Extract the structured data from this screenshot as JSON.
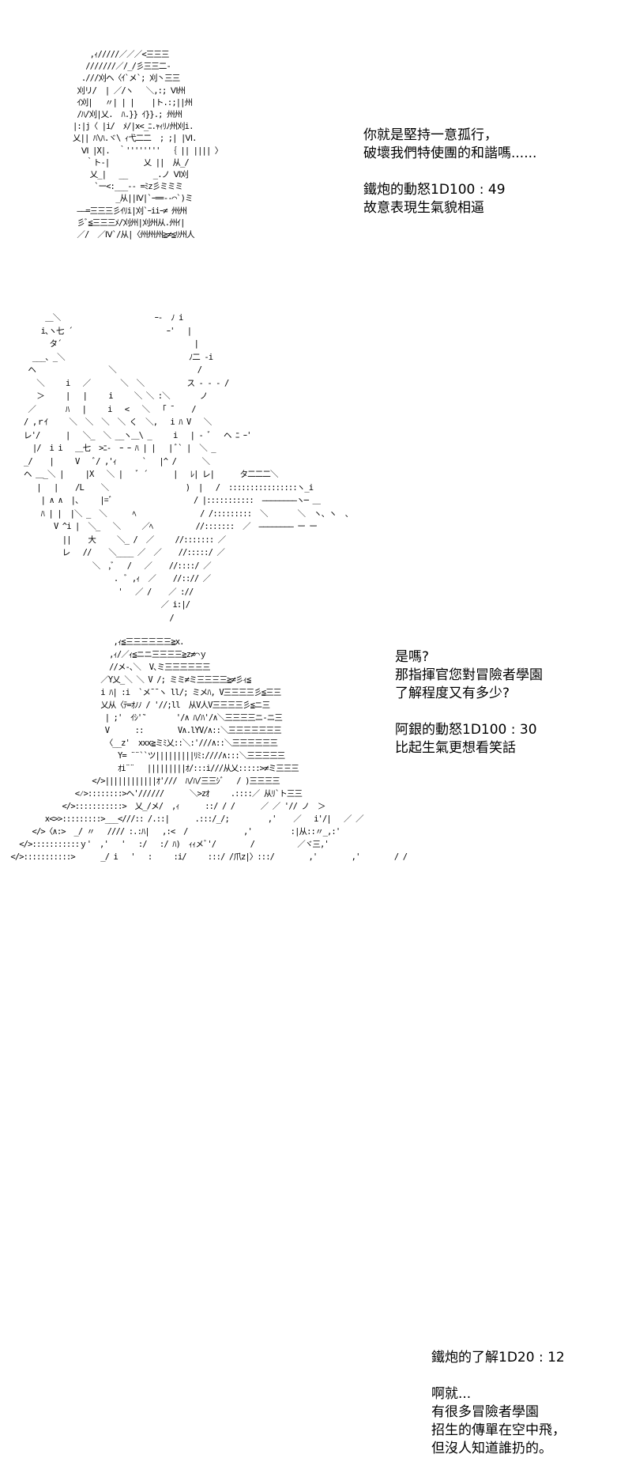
{
  "panels": [
    {
      "art": [
        "    ,ｨ/////／／／<三三三",
        "   ///////／/_/彡三三二-",
        "  .///刈ヘ〈ｲ`メ`; 刈丶三三",
        " 刈リ/  | ／/ヽ   ＼,:; Ⅵ州",
        " ｲ刈|   〃| | |    |ト.:;||州",
        " /ﾊ/刈|乂.  ﾊ.}} ｲ}}.; 州州",
        "|:|j〈 |i/  ﾒ/|x<_ﾆ.ｬｨﾘﾉ州刈i.",
        "乂|| ﾊ\\ﾊ.ヾ\\ ｨ弋二二  ; ;| |Ⅵ.",
        "  Ⅵ |X|.  ｀''''''''  ｛ || |||| 〉",
        "   ｀ト-|        乂 ||  从_/",
        "    乂_|   __      _.ノ Ⅵ刈",
        "     `ー<:___-- =ﾐz彡ミミミ",
        "          _从||Ⅳ|`ｰ==-‐⌒`)ミ",
        " ——=三三三彡ｲﾘi|刈`ｰiiｰ≠ 州州",
        " 彡ﾞ≦三三三ﾒ/刈州|刈州从.州ｲ|",
        " ／/  ／Ⅳ`/从|〈州州州≧≠≦ﾘ州人"
      ],
      "dialogue": [
        "你就是堅持一意孤行，",
        "破壞我們特使團的和諧嗎......",
        "",
        "鐵炮的動怒1D100 : 49",
        "故意表現生氣貌相逼"
      ]
    },
    {
      "art": [
        "     ＿＼                      ｰ-  ﾉ i",
        "    i､ヽ七 ´                      ｰ'   |",
        "      タ´                               |",
        "  ___、_＼                             ﾉ二 -i",
        " ヘ                 ＼                   /",
        "   ＼     i   ／       ＼  ＼          ス - - - /",
        "   ＞     |   |     i     ＼ ＼ :＼       ノ",
        " ／       ﾊ   |     i   <   ＼   ｢ ¯    /",
        "/ ,ｒｲ     ＼  ＼  ＼  ＼ く  ＼,   i ﾊ V   ＼",
        "レ'/      |   ＼_  ＼ __ヽ＿\\ _     i   | - ﾞ   ヘ ﾆ ｰ'",
        "  |/  i i   ＿七  >ﾆ-  ｰ ｰ ﾊ | |   | ﾞ` |  ＼ _",
        "_/    |     V   ﾞ/ ,'ｨ      `   |^ /      ＼",
        "ヘ ＿_＼ |     |X   ＼ |   ﾞ ´      |   ﾚ| レ|      タ二二二＼",
        "   |   |    /L    ＼                  )  |   /  ::::::::::::::::ヽ_i",
        "    | ∧ ∧  |、    |=ﾞ                   / |:::::::::::  ————————ヽ─ ＿",
        "    ﾊ | |  |＼ _  ＼      ﾍ               / /:::::::::  ＼       ＼  ヽ、ヽ  、",
        "       V ^i |  ＼_   ＼     ／ﾍ          //:::::::  ／  ———————— ー ー",
        "         ||    大     ＼_ /  ／     //::::::: ／",
        "         レ   //    ＼____ ／  ／    //:::::/ ／",
        "                ＼  ,ﾞ   /   ／    //::::/ ／",
        "                     .  ﾞ ,ｨ  ／    //::// ／",
        "                      '   ／ /    ／ :// ",
        "                                ／ i:|/",
        "                                  /"
      ],
      "dialogue": [
        "是嗎?",
        "那指揮官您對冒險者學園",
        "了解程度又有多少?",
        "",
        "阿銀的動怒1D100 : 30",
        "比起生氣更想看笑話"
      ]
    },
    {
      "art": [
        "                         ,ｨ≦三三三三三三≧x.",
        "                        ,ｨ/／ｨ≦ニニ三三三三≧z≠⌒ｙ",
        "                        //メ-､＼  V､ミ三三三三三三",
        "                      ／Y乂_＼ ＼ V /; ミミ≠ミ三三三三≧≠彡ｨ≦",
        "                      i ﾊ| :i  `メ¯¯ヽ ll/; ミメﾊ, V三三三三彡≦三三",
        "                      乂从〈ﾃ=ｵﾉﾉ / '//;ll  从V人V三三三三彡≦ニ三",
        "                       | ;'  ｲｼ'‶       '/∧ ﾊ/ﾊ'/∧＼三三三三ニ-ニ三",
        "                       V      ::        V∧.lYV/∧::＼三三三三三三三",
        "                       〈__z'  xxx≧ミﾐ乂::＼:'///∧::＼三三三三三三",
        "                          Y= ¨¨``ツ|||||||||ﾘﾐ:////∧:::＼三三三三三",
        "                          ｵi¨¨   |||||||||ｵ/:::i///从乂:::::>≠ミ三三三",
        "                    </>||||||||||||ｵ'///  ﾊ/ﾊ/三三ｼﾞ   / )三三三三",
        "                <⁄>::::::::>ヘ'//////      ＼>zｵ     .::::／ 从ﾘ`ト三三",
        "             </>:::::::::::>  乂_/メ/  ,ｨ      ::/ / /      ／ ／ '// ノ  ＞",
        "         x<>>:::::::::>___<///:: /.::|      .:::/_/;         ,'    ／   i'/|   ／ ／",
        "      </>〈∧:>  _/ 〃   //// :.:ﾊ|   ,:<  /             ,'         :|从::〃_,:'",
        "   </>:::::::::::ｙ'  ,'   '   :/   :/ ﾊ)  ｨｨメﾞ'/        /          ／ヾ三,'",
        " </>:::::::::::>      _/ i   '   :     :i/     :::/ /爪z|〉:::/        ,'        ,'        / /"
      ],
      "dialogue": [
        "鐵炮的了解1D20 : 12",
        "",
        "啊就...",
        "有很多冒險者學園",
        "招生的傳單在空中飛，",
        "但沒人知道誰扔的。"
      ]
    }
  ]
}
